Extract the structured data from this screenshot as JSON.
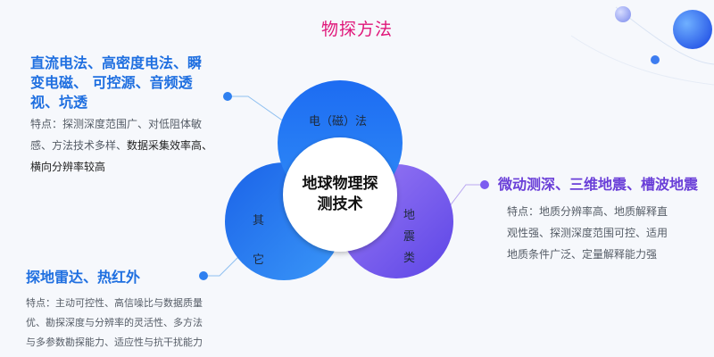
{
  "title": "物探方法",
  "center": {
    "line1": "地球物理探",
    "line2": "测技术"
  },
  "circles": {
    "electric": "电（磁）法",
    "seismic": [
      "地",
      "震",
      "类"
    ],
    "other": [
      "其",
      "它"
    ]
  },
  "sections": {
    "electric": {
      "methods": [
        "直流电法、高密度电法、瞬",
        "变电磁、 可控源、音频透",
        "视、坑透"
      ],
      "features": {
        "line1": "特点：探测深度范围广、对低阻体敏",
        "line2a": "感、方法技术多样、",
        "line2b": "数据采集效率高、",
        "line3": "横向分辨率较高"
      }
    },
    "seismic": {
      "methods": "微动测深、三维地震、槽波地震",
      "features": [
        "特点：地质分辨率高、地质解释直",
        "观性强、探测深度范围可控、适用",
        "地质条件广泛、定量解释能力强"
      ]
    },
    "other": {
      "methods": "探地雷达、热红外",
      "features": [
        "特点：主动可控性、高信噪比与数据质量",
        "优、勘探深度与分辨率的灵活性、多方法",
        "与多参数勘探能力、适应性与抗干扰能力"
      ]
    }
  },
  "colors": {
    "title": "#e0177a",
    "electric_heading": "#1f6fe0",
    "seismic_heading": "#6a3fd8",
    "other_heading": "#1f6fe0",
    "circle_blue": "#1e77f0",
    "circle_purple": "#7b5cf0"
  }
}
